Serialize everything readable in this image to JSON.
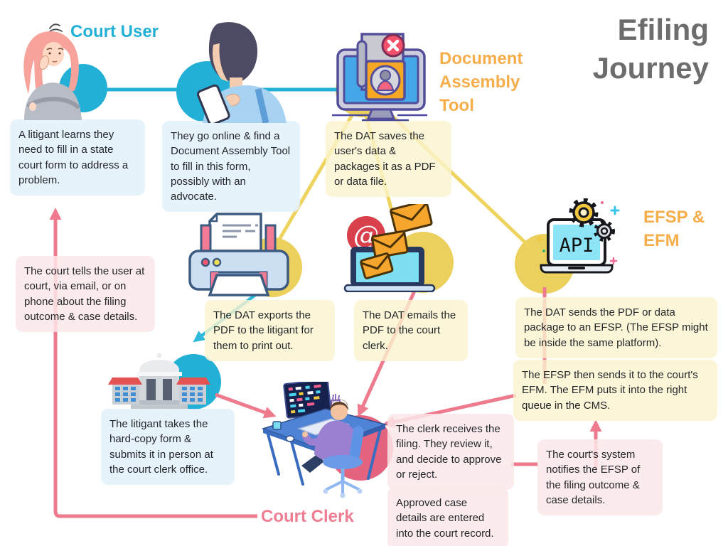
{
  "title": {
    "line1": "Efiling",
    "line2": "Journey"
  },
  "stages": {
    "court_user": {
      "label": "Court User"
    },
    "dat": {
      "lines": [
        "Document",
        "Assembly",
        "Tool"
      ]
    },
    "efsp_efm": {
      "lines": [
        "EFSP &",
        "EFM"
      ]
    },
    "court_clerk": {
      "label": "Court Clerk"
    }
  },
  "notes": {
    "litigant_learns": "A litigant learns they need to fill in a state court form to address a problem.",
    "go_online": "They go online & find a Document Assembly Tool to fill in this form, possibly with an advocate.",
    "dat_saves": "The DAT saves the user's data & packages it as a PDF or data file.",
    "dat_exports": "The DAT exports the PDF to the litigant for them to print out.",
    "dat_emails": "The DAT emails the PDF to the court clerk.",
    "dat_sends": "The DAT sends the PDF or data package to an EFSP. (The EFSP might be inside the same platform).",
    "efsp_sends": "The EFSP then sends it to the court's EFM. The EFM puts it into the right queue in the CMS.",
    "court_tells": "The court tells the user at court, via email, or on phone about the filing outcome & case details.",
    "litigant_takes": "The litigant takes the hard-copy form & submits it in person at the court clerk office.",
    "clerk_receives": "The clerk receives the filing. They review it, and decide to approve or reject.",
    "approved_case": "Approved case details are entered into the court record.",
    "system_notifies": "The court's system notifies the EFSP of the filing outcome & case details."
  },
  "api_screen_label": "API",
  "email_at_symbol": "@",
  "icons": {
    "confused-litigant-icon": "woman thinking about a court problem",
    "phone-user-icon": "person looking up a form on a smartphone",
    "document-assembly-icon": "monitor with a form document and user badge",
    "printer-icon": "printer producing the PDF",
    "email-icon": "laptop sending envelope emails",
    "api-icon": "laptop with API screen and gears",
    "courthouse-icon": "court building",
    "court-clerk-icon": "clerk working at a computer desk"
  },
  "colors": {
    "cyan": "#23b0d6",
    "yellow_circle": "#ecd05e",
    "yellow_line": "#eed35f",
    "orange_heading": "#f6ae4b",
    "pink_line": "#ee7a8d",
    "pink_heading": "#ee7e93",
    "clerk_circle": "#e4647f",
    "title_gray": "#6d6d6d",
    "box_blue": "#e2f1f9",
    "box_yellow": "#fbf4ce",
    "box_pink": "#fce8e9"
  }
}
